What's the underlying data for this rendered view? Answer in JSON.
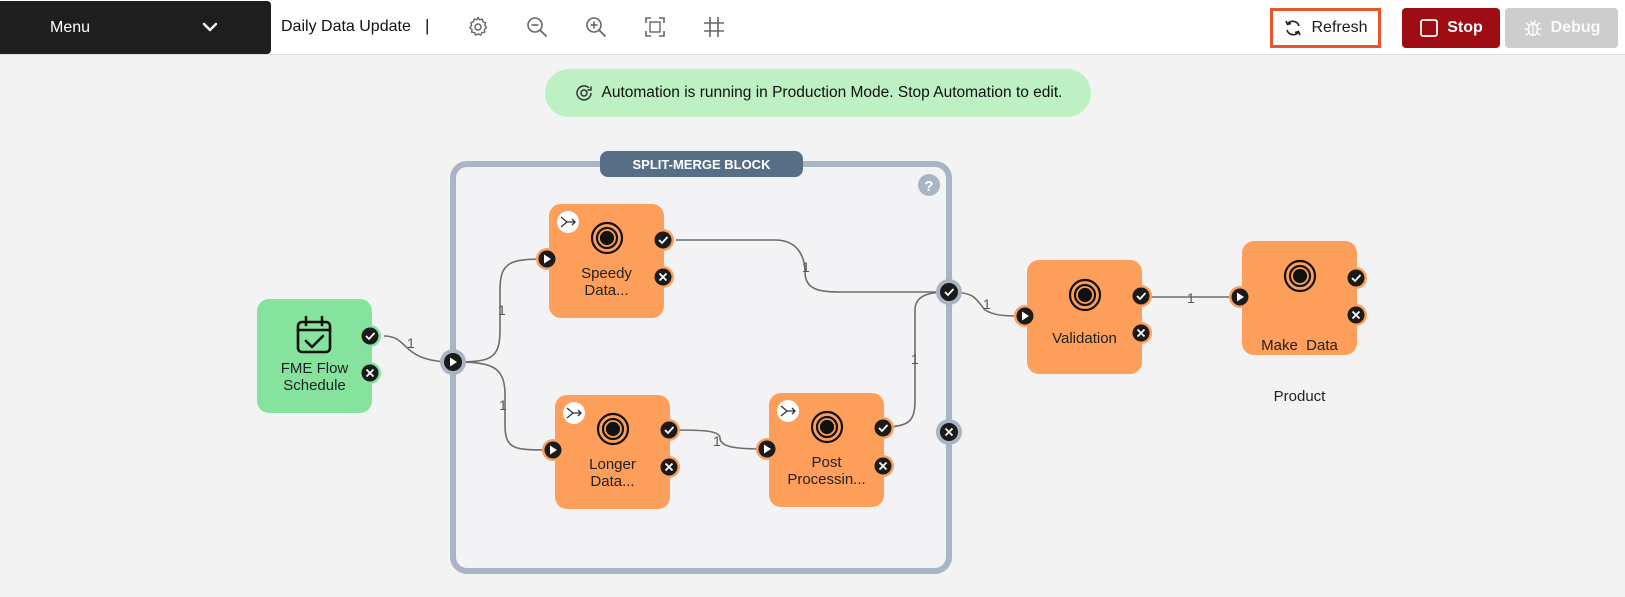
{
  "toolbar": {
    "menu_label": "Menu",
    "workspace_title": "Daily Data Update",
    "separator": "|",
    "tools": [
      "settings-icon",
      "zoom-out-icon",
      "zoom-in-icon",
      "fit-screen-icon",
      "grid-icon"
    ],
    "refresh_label": "Refresh",
    "stop_label": "Stop",
    "debug_label": "Debug"
  },
  "banner": {
    "text": "Automation is running in Production Mode. Stop Automation to edit."
  },
  "block": {
    "title": "SPLIT-MERGE BLOCK",
    "help": "?"
  },
  "nodes": {
    "trigger": {
      "line1": "FME Flow",
      "line2": "Schedule"
    },
    "speedy": {
      "line1": "Speedy",
      "line2": "Data..."
    },
    "longer": {
      "line1": "Longer",
      "line2": "Data..."
    },
    "post": {
      "line1": "Post",
      "line2": "Processin..."
    },
    "validation": {
      "line1": "Validation"
    },
    "make": {
      "line1": "Make  Data",
      "line2": "Product"
    }
  },
  "links": {
    "trigger_to_block": "1",
    "block_to_speedy": "1",
    "block_to_longer": "1",
    "speedy_to_merge": "1",
    "longer_to_post": "1",
    "post_to_merge": "1",
    "merge_to_validation": "1",
    "validation_to_make": "1"
  },
  "colors": {
    "stop": "#9e0c14",
    "refresh_border": "#e8562a",
    "node_orange": "#fd9f5a",
    "node_green": "#85e39e",
    "block_border": "#a8b5c4",
    "banner_bg": "#bdf0c2"
  }
}
